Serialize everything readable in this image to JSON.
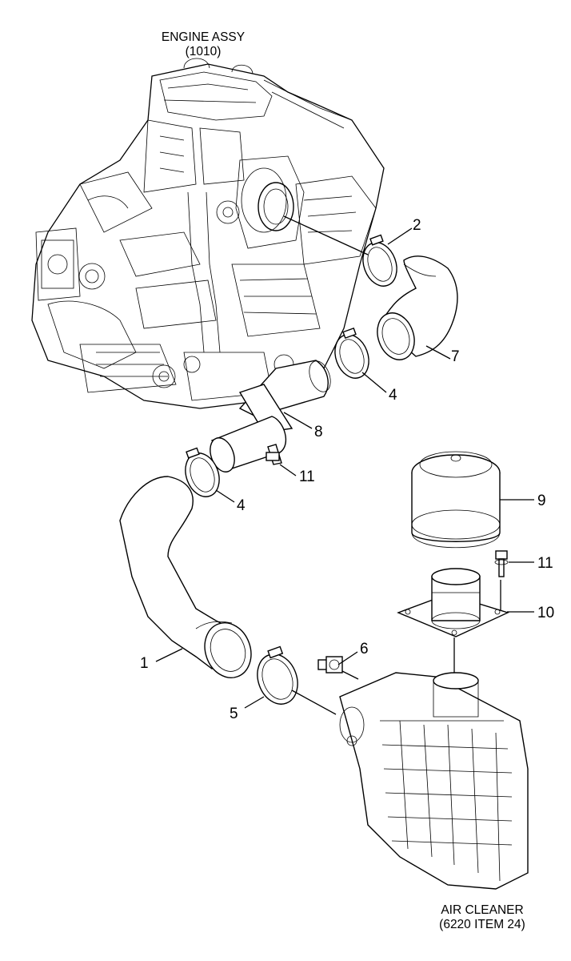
{
  "engine_assembly": {
    "title": "ENGINE ASSY",
    "ref": "(1010)"
  },
  "air_cleaner": {
    "title": "AIR CLEANER",
    "ref": "(6220 ITEM 24)"
  },
  "callouts": [
    "2",
    "7",
    "4",
    "8",
    "11",
    "4",
    "9",
    "11",
    "10",
    "1",
    "6",
    "5"
  ]
}
